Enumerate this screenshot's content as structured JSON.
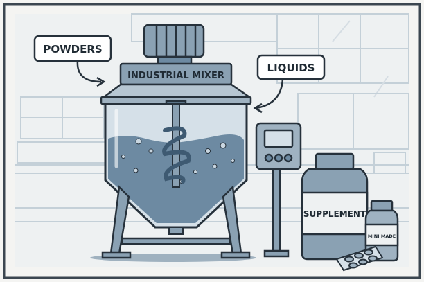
{
  "labels": {
    "powders": "POWDERS",
    "liquids": "LIQUIDS",
    "mixer": "INDUSTRIAL MIXER",
    "supplement": "SUPPLEMENT",
    "small_bottle": "MINI MADE"
  },
  "colors": {
    "background": "#f4f4f2",
    "frame": "#3b4650",
    "tank": "#c9d6e0",
    "liquid": "#6d8aa2",
    "metal": "#8aa1b3",
    "outline": "#26313b"
  }
}
